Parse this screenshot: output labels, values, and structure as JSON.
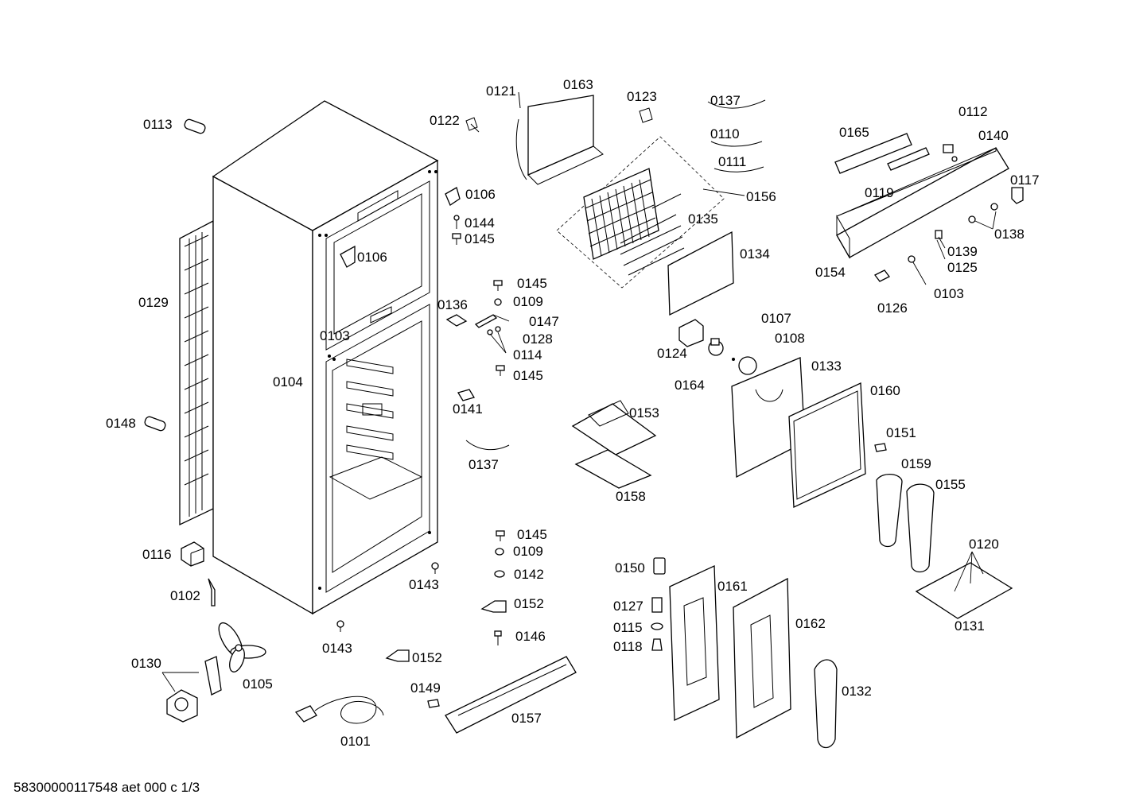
{
  "diagram": {
    "labels": [
      {
        "id": "0113",
        "text": "0113"
      },
      {
        "id": "0129",
        "text": "0129"
      },
      {
        "id": "0148",
        "text": "0148"
      },
      {
        "id": "0116",
        "text": "0116"
      },
      {
        "id": "0102",
        "text": "0102"
      },
      {
        "id": "0130",
        "text": "0130"
      },
      {
        "id": "0105",
        "text": "0105"
      },
      {
        "id": "0101",
        "text": "0101"
      },
      {
        "id": "0143a",
        "text": "0143"
      },
      {
        "id": "0143b",
        "text": "0143"
      },
      {
        "id": "0103a",
        "text": "0103"
      },
      {
        "id": "0104",
        "text": "0104"
      },
      {
        "id": "0106a",
        "text": "0106"
      },
      {
        "id": "0106b",
        "text": "0106"
      },
      {
        "id": "0122",
        "text": "0122"
      },
      {
        "id": "0121",
        "text": "0121"
      },
      {
        "id": "0163",
        "text": "0163"
      },
      {
        "id": "0144",
        "text": "0144"
      },
      {
        "id": "0145a",
        "text": "0145"
      },
      {
        "id": "0145b",
        "text": "0145"
      },
      {
        "id": "0145c",
        "text": "0145"
      },
      {
        "id": "0145d",
        "text": "0145"
      },
      {
        "id": "0109a",
        "text": "0109"
      },
      {
        "id": "0109b",
        "text": "0109"
      },
      {
        "id": "0136",
        "text": "0136"
      },
      {
        "id": "0147",
        "text": "0147"
      },
      {
        "id": "0128",
        "text": "0128"
      },
      {
        "id": "0114",
        "text": "0114"
      },
      {
        "id": "0141",
        "text": "0141"
      },
      {
        "id": "0137a",
        "text": "0137"
      },
      {
        "id": "0137b",
        "text": "0137"
      },
      {
        "id": "0142",
        "text": "0142"
      },
      {
        "id": "0152a",
        "text": "0152"
      },
      {
        "id": "0152b",
        "text": "0152"
      },
      {
        "id": "0146",
        "text": "0146"
      },
      {
        "id": "0149",
        "text": "0149"
      },
      {
        "id": "0157",
        "text": "0157"
      },
      {
        "id": "0123",
        "text": "0123"
      },
      {
        "id": "0110",
        "text": "0110"
      },
      {
        "id": "0111",
        "text": "0111"
      },
      {
        "id": "0156",
        "text": "0156"
      },
      {
        "id": "0135",
        "text": "0135"
      },
      {
        "id": "0134",
        "text": "0134"
      },
      {
        "id": "0124",
        "text": "0124"
      },
      {
        "id": "0164",
        "text": "0164"
      },
      {
        "id": "0107",
        "text": "0107"
      },
      {
        "id": "0108",
        "text": "0108"
      },
      {
        "id": "0133",
        "text": "0133"
      },
      {
        "id": "0153",
        "text": "0153"
      },
      {
        "id": "0158",
        "text": "0158"
      },
      {
        "id": "0160",
        "text": "0160"
      },
      {
        "id": "0151",
        "text": "0151"
      },
      {
        "id": "0159",
        "text": "0159"
      },
      {
        "id": "0155",
        "text": "0155"
      },
      {
        "id": "0150",
        "text": "0150"
      },
      {
        "id": "0127",
        "text": "0127"
      },
      {
        "id": "0115",
        "text": "0115"
      },
      {
        "id": "0118",
        "text": "0118"
      },
      {
        "id": "0161",
        "text": "0161"
      },
      {
        "id": "0162",
        "text": "0162"
      },
      {
        "id": "0132",
        "text": "0132"
      },
      {
        "id": "0120",
        "text": "0120"
      },
      {
        "id": "0131",
        "text": "0131"
      },
      {
        "id": "0165",
        "text": "0165"
      },
      {
        "id": "0112",
        "text": "0112"
      },
      {
        "id": "0140",
        "text": "0140"
      },
      {
        "id": "0119",
        "text": "0119"
      },
      {
        "id": "0117",
        "text": "0117"
      },
      {
        "id": "0154",
        "text": "0154"
      },
      {
        "id": "0139",
        "text": "0139"
      },
      {
        "id": "0125",
        "text": "0125"
      },
      {
        "id": "0138",
        "text": "0138"
      },
      {
        "id": "0126",
        "text": "0126"
      },
      {
        "id": "0103b",
        "text": "0103"
      }
    ]
  },
  "footer": {
    "text": "58300000117548 aet 000 c 1/3"
  }
}
